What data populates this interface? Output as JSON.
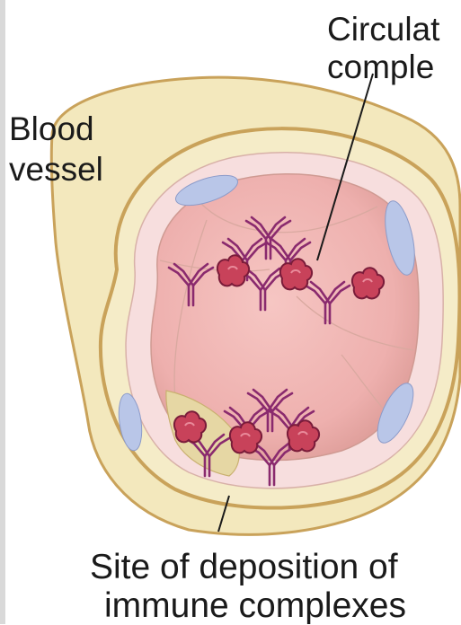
{
  "labels": {
    "circulating_line1": "Circulat",
    "circulating_line2": "comple",
    "blood": "Blood",
    "vessel": "vessel",
    "site_line1": "Site of deposition of",
    "site_line2": "immune complexes"
  },
  "colors": {
    "vessel_wall": "#f3e8bd",
    "vessel_outline": "#c9a25a",
    "endothelium": "#f7dede",
    "lumen": "#f0b3b3",
    "nucleus": "#b9c6e8",
    "antibody": "#8a2a6e",
    "antigen": "#c8425a",
    "deposit": "#e6d7a4"
  },
  "icons": {
    "antibody": "antibody-icon",
    "antigen": "antigen-icon",
    "endothelial_nucleus": "endothelial-nucleus-icon"
  }
}
